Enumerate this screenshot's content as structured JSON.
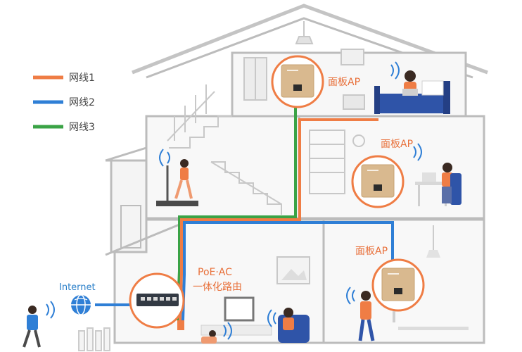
{
  "legend": {
    "items": [
      {
        "label": "网线1",
        "color": "#ef7d45"
      },
      {
        "label": "网线2",
        "color": "#2f7fd6"
      },
      {
        "label": "网线3",
        "color": "#3aa346"
      }
    ]
  },
  "access_points": [
    {
      "label": "面板AP"
    },
    {
      "label": "面板AP"
    },
    {
      "label": "面板AP"
    }
  ],
  "router": {
    "line1": "PoE·AC",
    "line2": "一体化路由"
  },
  "internet": {
    "label": "Internet"
  },
  "colors": {
    "house_outline": "#bcbcbc",
    "house_fill": "#f6f6f6",
    "ap_ring": "#ef7d45",
    "ap_face": "#d9b98f",
    "router_body": "#333a44",
    "accent_blue": "#2f7fd6",
    "accent_green": "#3aa346",
    "accent_orange": "#ef7d45"
  },
  "icons": [
    "wifi-icon",
    "globe-icon",
    "router-icon",
    "panel-ap-icon"
  ]
}
